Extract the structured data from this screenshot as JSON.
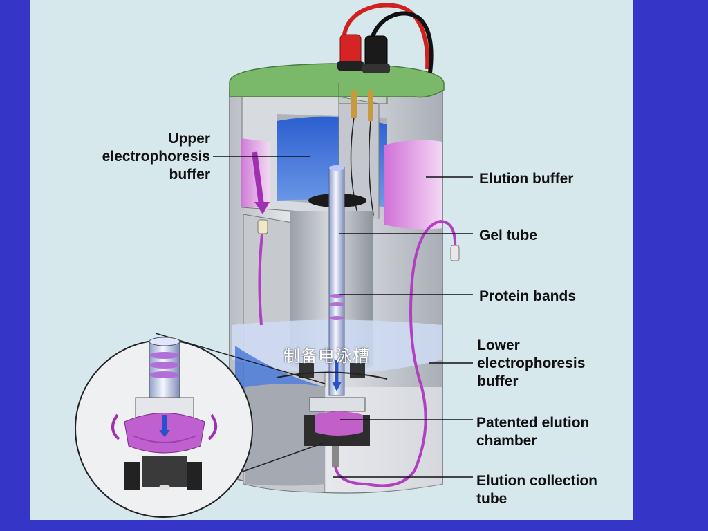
{
  "labels": {
    "upper_buffer": [
      "Upper",
      "electrophoresis",
      "buffer"
    ],
    "elution_buffer": "Elution buffer",
    "gel_tube": "Gel tube",
    "protein_bands": "Protein bands",
    "lower_buffer": [
      "Lower",
      "electrophoresis",
      "buffer"
    ],
    "elution_chamber": [
      "Patented elution",
      "chamber"
    ],
    "collection_tube": [
      "Elution collection",
      "tube"
    ]
  },
  "overlay_text": "制备电泳槽",
  "colors": {
    "background": "#3535c8",
    "panel": "#d6e8ec",
    "lid": "#7ab86a",
    "buffer_blue": "#3a6fd8",
    "buffer_purple": "#c050c8",
    "cylinder_gray": "#c8ccd2"
  }
}
